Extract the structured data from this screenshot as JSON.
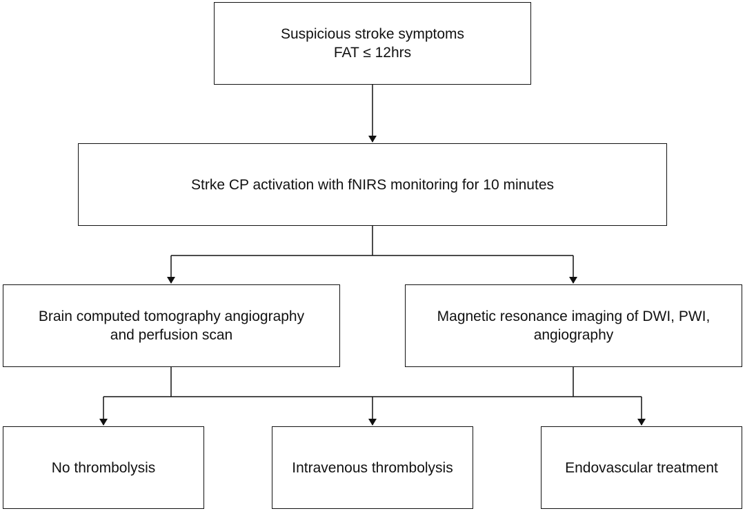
{
  "nodes": {
    "start": {
      "line1": "Suspicious stroke symptoms",
      "line2": "FAT ≤ 12hrs"
    },
    "cp": {
      "line1": "Strke CP activation with fNIRS monitoring for 10 minutes"
    },
    "ct": {
      "line1": "Brain computed tomography angiography",
      "line2": "and perfusion scan"
    },
    "mri": {
      "line1": "Magnetic resonance imaging of DWI, PWI,",
      "line2": "angiography"
    },
    "no_thrombolysis": {
      "line1": "No thrombolysis"
    },
    "iv_thrombolysis": {
      "line1": "Intravenous thrombolysis"
    },
    "endovascular": {
      "line1": "Endovascular treatment"
    }
  },
  "line_color": "#111111"
}
